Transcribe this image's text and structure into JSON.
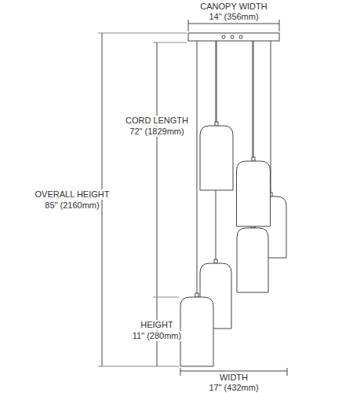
{
  "diagram": {
    "labels": [
      "CANOPY WIDTH",
      "14\" (356mm)",
      "CORD LENGTH",
      "72\" (1829mm)",
      "OVERALL HEIGHT",
      "85\" (2160mm)",
      "HEIGHT",
      "11\" (280mm)",
      "WIDTH",
      "17\" (432mm)"
    ]
  }
}
